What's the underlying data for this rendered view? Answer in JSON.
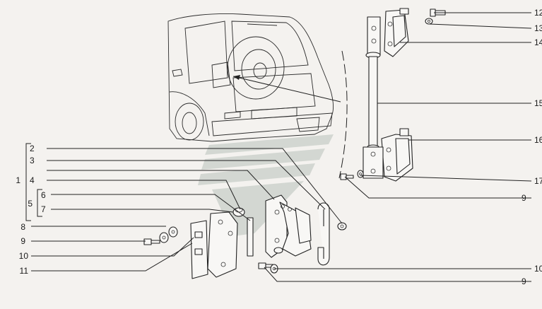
{
  "colors": {
    "background": "#f4f2ef",
    "line": "#222222",
    "watermark": "#c9cfc9"
  },
  "callouts": {
    "c1": "1",
    "c2": "2",
    "c3": "3",
    "c4": "4",
    "c5": "5",
    "c6": "6",
    "c7": "7",
    "c8": "8",
    "c9a": "9",
    "c10a": "10",
    "c11": "11",
    "c12": "12",
    "c13": "13",
    "c14": "14",
    "c15": "15",
    "c16": "16",
    "c17": "17",
    "c9b": "9",
    "c10b": "10",
    "c9c": "9"
  }
}
